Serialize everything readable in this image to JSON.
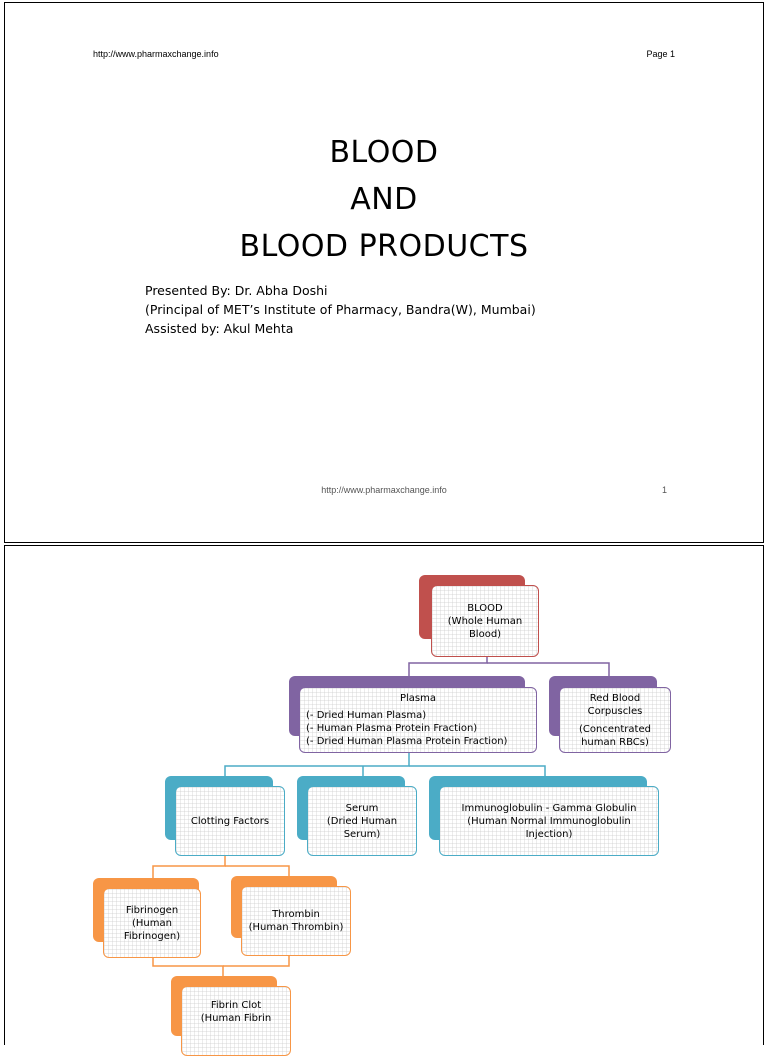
{
  "slide1": {
    "header_url": "http://www.pharmaxchange.info",
    "header_page": "Page 1",
    "title_line1": "BLOOD",
    "title_line2": "AND",
    "title_line3": "BLOOD PRODUCTS",
    "presented_by": "Presented By: Dr. Abha Doshi",
    "principal": "(Principal of MET’s Institute of Pharmacy, Bandra(W), Mumbai)",
    "assisted_by": "Assisted by: Akul Mehta",
    "footer_url": "http://www.pharmaxchange.info",
    "footer_number": "1"
  },
  "chart": {
    "blood": [
      "BLOOD",
      "(Whole Human",
      "Blood)"
    ],
    "plasma_title": "Plasma",
    "plasma_items": [
      "(- Dried Human Plasma)",
      "(- Human Plasma Protein Fraction)",
      "(- Dried Human Plasma Protein Fraction)"
    ],
    "rbc": [
      "Red Blood",
      "Corpuscles",
      "(Concentrated",
      "human RBCs)"
    ],
    "clotting": [
      "Clotting Factors"
    ],
    "serum": [
      "Serum",
      "(Dried Human",
      "Serum)"
    ],
    "immuno": [
      "Immunoglobulin - Gamma Globulin",
      "(Human Normal Immunoglobulin",
      "Injection)"
    ],
    "fibrinogen": [
      "Fibrinogen",
      "(Human",
      "Fibrinogen)"
    ],
    "thrombin": [
      "Thrombin",
      "(Human Thrombin)"
    ],
    "fibrin_clot": [
      "Fibrin Clot",
      "(Human Fibrin"
    ]
  },
  "colors": {
    "red": "#c0504d",
    "purple": "#8064a2",
    "teal": "#4bacc6",
    "orange": "#f79646"
  }
}
